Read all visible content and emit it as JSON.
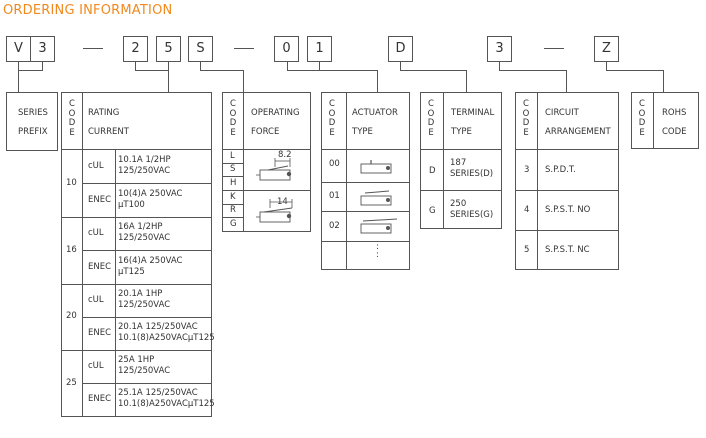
{
  "title": "ORDERING INFORMATION",
  "part_chars": [
    "V",
    "3",
    "2",
    "5",
    "S",
    "0",
    "1",
    "D",
    "3",
    "Z"
  ],
  "series": {
    "line1": "SERIES",
    "line2": "PREFIX"
  },
  "rating": {
    "code_letters": [
      "C",
      "O",
      "D",
      "E"
    ],
    "header1": "RATING",
    "header2": "CURRENT",
    "groups": [
      {
        "code": "10",
        "rows": [
          {
            "type": "cUL",
            "line1": "10.1A  1/2HP",
            "line2": "125/250VAC"
          },
          {
            "type": "ENEC",
            "line1": "10(4)A 250VAC",
            "line2": "µT100"
          }
        ]
      },
      {
        "code": "16",
        "rows": [
          {
            "type": "cUL",
            "line1": "16A 1/2HP",
            "line2": "125/250VAC"
          },
          {
            "type": "ENEC",
            "line1": "16(4)A 250VAC",
            "line2": "µT125"
          }
        ]
      },
      {
        "code": "20",
        "rows": [
          {
            "type": "cUL",
            "line1": "20.1A 1HP",
            "line2": "125/250VAC"
          },
          {
            "type": "ENEC",
            "line1": "20.1A 125/250VAC",
            "line2": "10.1(8)A250VACµT125"
          }
        ]
      },
      {
        "code": "25",
        "rows": [
          {
            "type": "cUL",
            "line1": "25A 1HP",
            "line2": "125/250VAC"
          },
          {
            "type": "ENEC",
            "line1": "25.1A 125/250VAC",
            "line2": "10.1(8)A250VACµT125"
          }
        ]
      }
    ]
  },
  "force": {
    "code_letters": [
      "C",
      "O",
      "D",
      "E"
    ],
    "header1": "OPERATING",
    "header2": "FORCE",
    "codes": [
      "L",
      "S",
      "H",
      "K",
      "R",
      "G"
    ],
    "dim1": "8.2",
    "dim2": "14"
  },
  "actuator": {
    "code_letters": [
      "C",
      "O",
      "D",
      "E"
    ],
    "header1": "ACTUATOR",
    "header2": "TYPE",
    "codes": [
      "00",
      "01",
      "02"
    ],
    "more": ":"
  },
  "terminal": {
    "code_letters": [
      "C",
      "O",
      "D",
      "E"
    ],
    "header1": "TERMINAL",
    "header2": "TYPE",
    "rows": [
      {
        "code": "D",
        "line1": "187",
        "line2": "SERIES(D)"
      },
      {
        "code": "G",
        "line1": "250",
        "line2": "SERIES(G)"
      }
    ]
  },
  "circuit": {
    "code_letters": [
      "C",
      "O",
      "D",
      "E"
    ],
    "header1": "CIRCUIT",
    "header2": "ARRANGEMENT",
    "rows": [
      {
        "code": "3",
        "desc": "S.P.D.T."
      },
      {
        "code": "4",
        "desc": "S.P.S.T.  NO"
      },
      {
        "code": "5",
        "desc": "S.P.S.T.  NC"
      }
    ]
  },
  "rohs": {
    "code_letters": [
      "C",
      "O",
      "D",
      "E"
    ],
    "header1": "ROHS",
    "header2": "CODE"
  }
}
